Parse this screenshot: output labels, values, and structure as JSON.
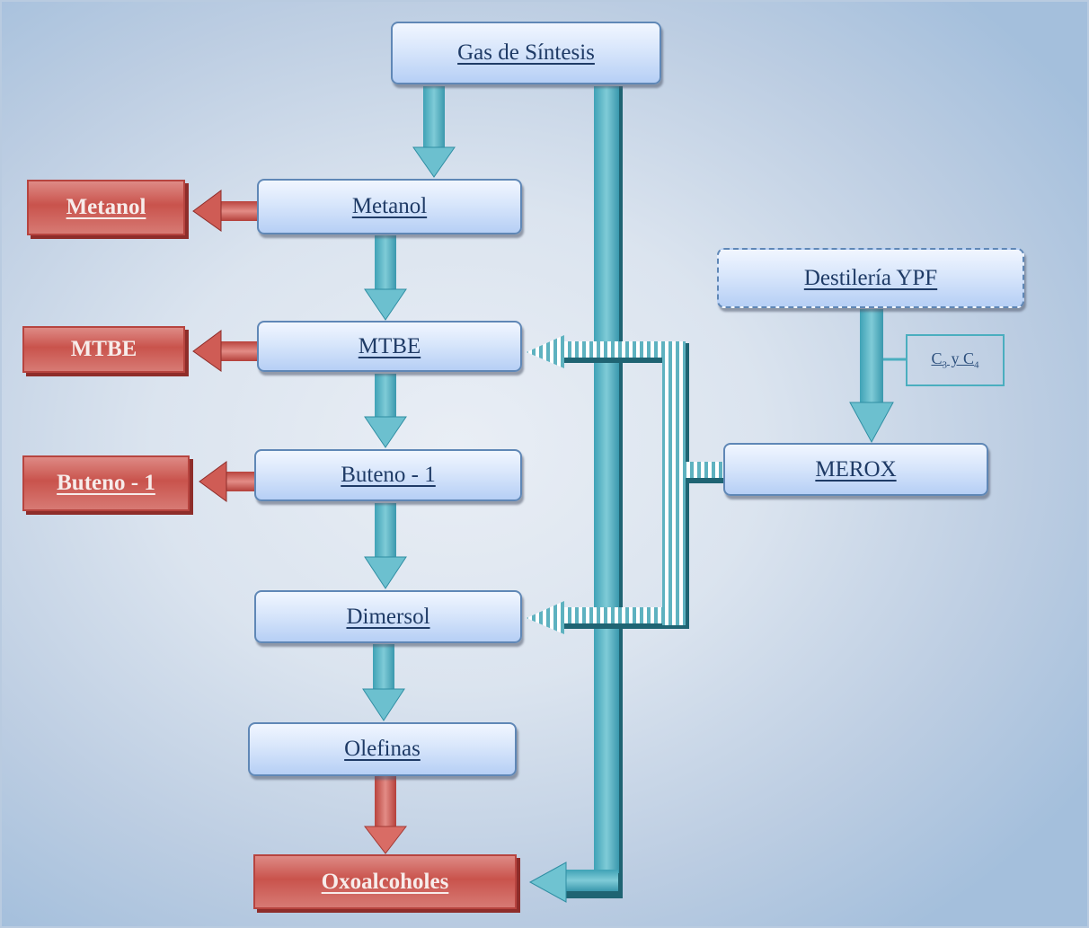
{
  "diagram": {
    "title": "Gas de Síntesis",
    "process_nodes": {
      "gas_sintesis": "Gas de Síntesis",
      "metanol": "Metanol",
      "mtbe": "MTBE",
      "buteno": "Buteno - 1",
      "dimersol": "Dimersol",
      "olefinas": "Olefinas",
      "destileria": "Destilería YPF",
      "merox": "MEROX"
    },
    "product_nodes": {
      "metanol": "Metanol",
      "mtbe": "MTBE",
      "buteno": "Buteno - 1",
      "oxoalcoholes": "Oxoalcoholes"
    },
    "stream_label": {
      "c3": "C",
      "sub3": "3",
      "and": " y ",
      "c4": "C",
      "sub4": "4"
    },
    "edges": [
      {
        "from": "Gas de Síntesis",
        "to": "Metanol",
        "style": "solid-teal"
      },
      {
        "from": "Gas de Síntesis",
        "to": "Oxoalcoholes",
        "style": "solid-teal"
      },
      {
        "from": "Metanol",
        "to": "MTBE",
        "style": "solid-teal"
      },
      {
        "from": "MTBE",
        "to": "Buteno - 1",
        "style": "solid-teal"
      },
      {
        "from": "Buteno - 1",
        "to": "Dimersol",
        "style": "solid-teal"
      },
      {
        "from": "Dimersol",
        "to": "Olefinas",
        "style": "solid-teal"
      },
      {
        "from": "Olefinas",
        "to": "Oxoalcoholes",
        "style": "solid-red"
      },
      {
        "from": "Metanol",
        "to": "Metanol (producto)",
        "style": "solid-red"
      },
      {
        "from": "MTBE",
        "to": "MTBE (producto)",
        "style": "solid-red"
      },
      {
        "from": "Buteno - 1",
        "to": "Buteno - 1 (producto)",
        "style": "solid-red"
      },
      {
        "from": "Destilería YPF",
        "to": "MEROX",
        "style": "solid-teal",
        "label": "C3 y C4"
      },
      {
        "from": "MEROX",
        "to": "MTBE",
        "style": "striped-teal"
      },
      {
        "from": "MEROX",
        "to": "Dimersol",
        "style": "striped-teal"
      }
    ],
    "colors": {
      "teal": "#4fb1c3",
      "teal_dark": "#1f6473",
      "red": "#c9534c",
      "red_dark": "#8e2d2a",
      "node_border": "#5f87b6",
      "node_text": "#1f3b66"
    }
  }
}
